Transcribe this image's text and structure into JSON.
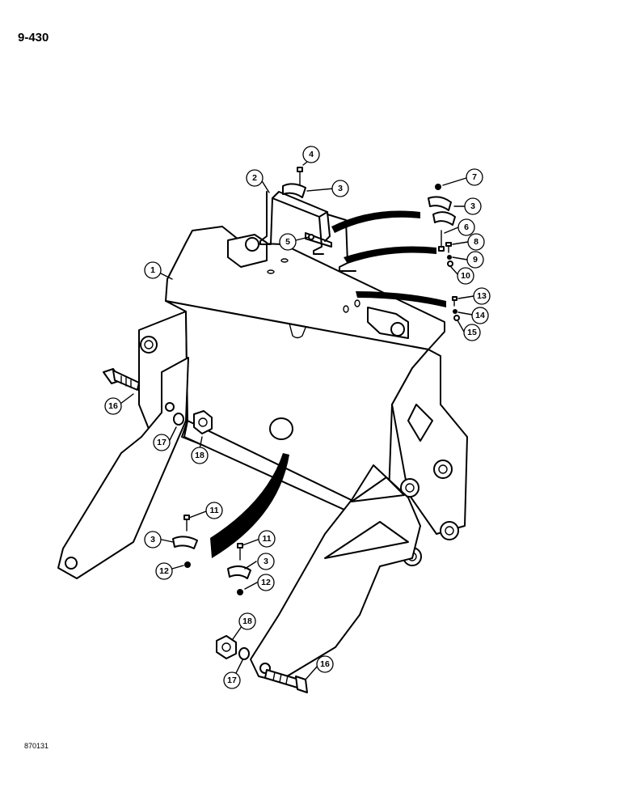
{
  "page_number": "9-430",
  "doc_code": "870131",
  "callouts": [
    "1",
    "2",
    "3",
    "3",
    "3",
    "3",
    "4",
    "5",
    "6",
    "7",
    "8",
    "9",
    "10",
    "11",
    "11",
    "12",
    "12",
    "13",
    "14",
    "15",
    "16",
    "16",
    "17",
    "17",
    "18",
    "18"
  ]
}
